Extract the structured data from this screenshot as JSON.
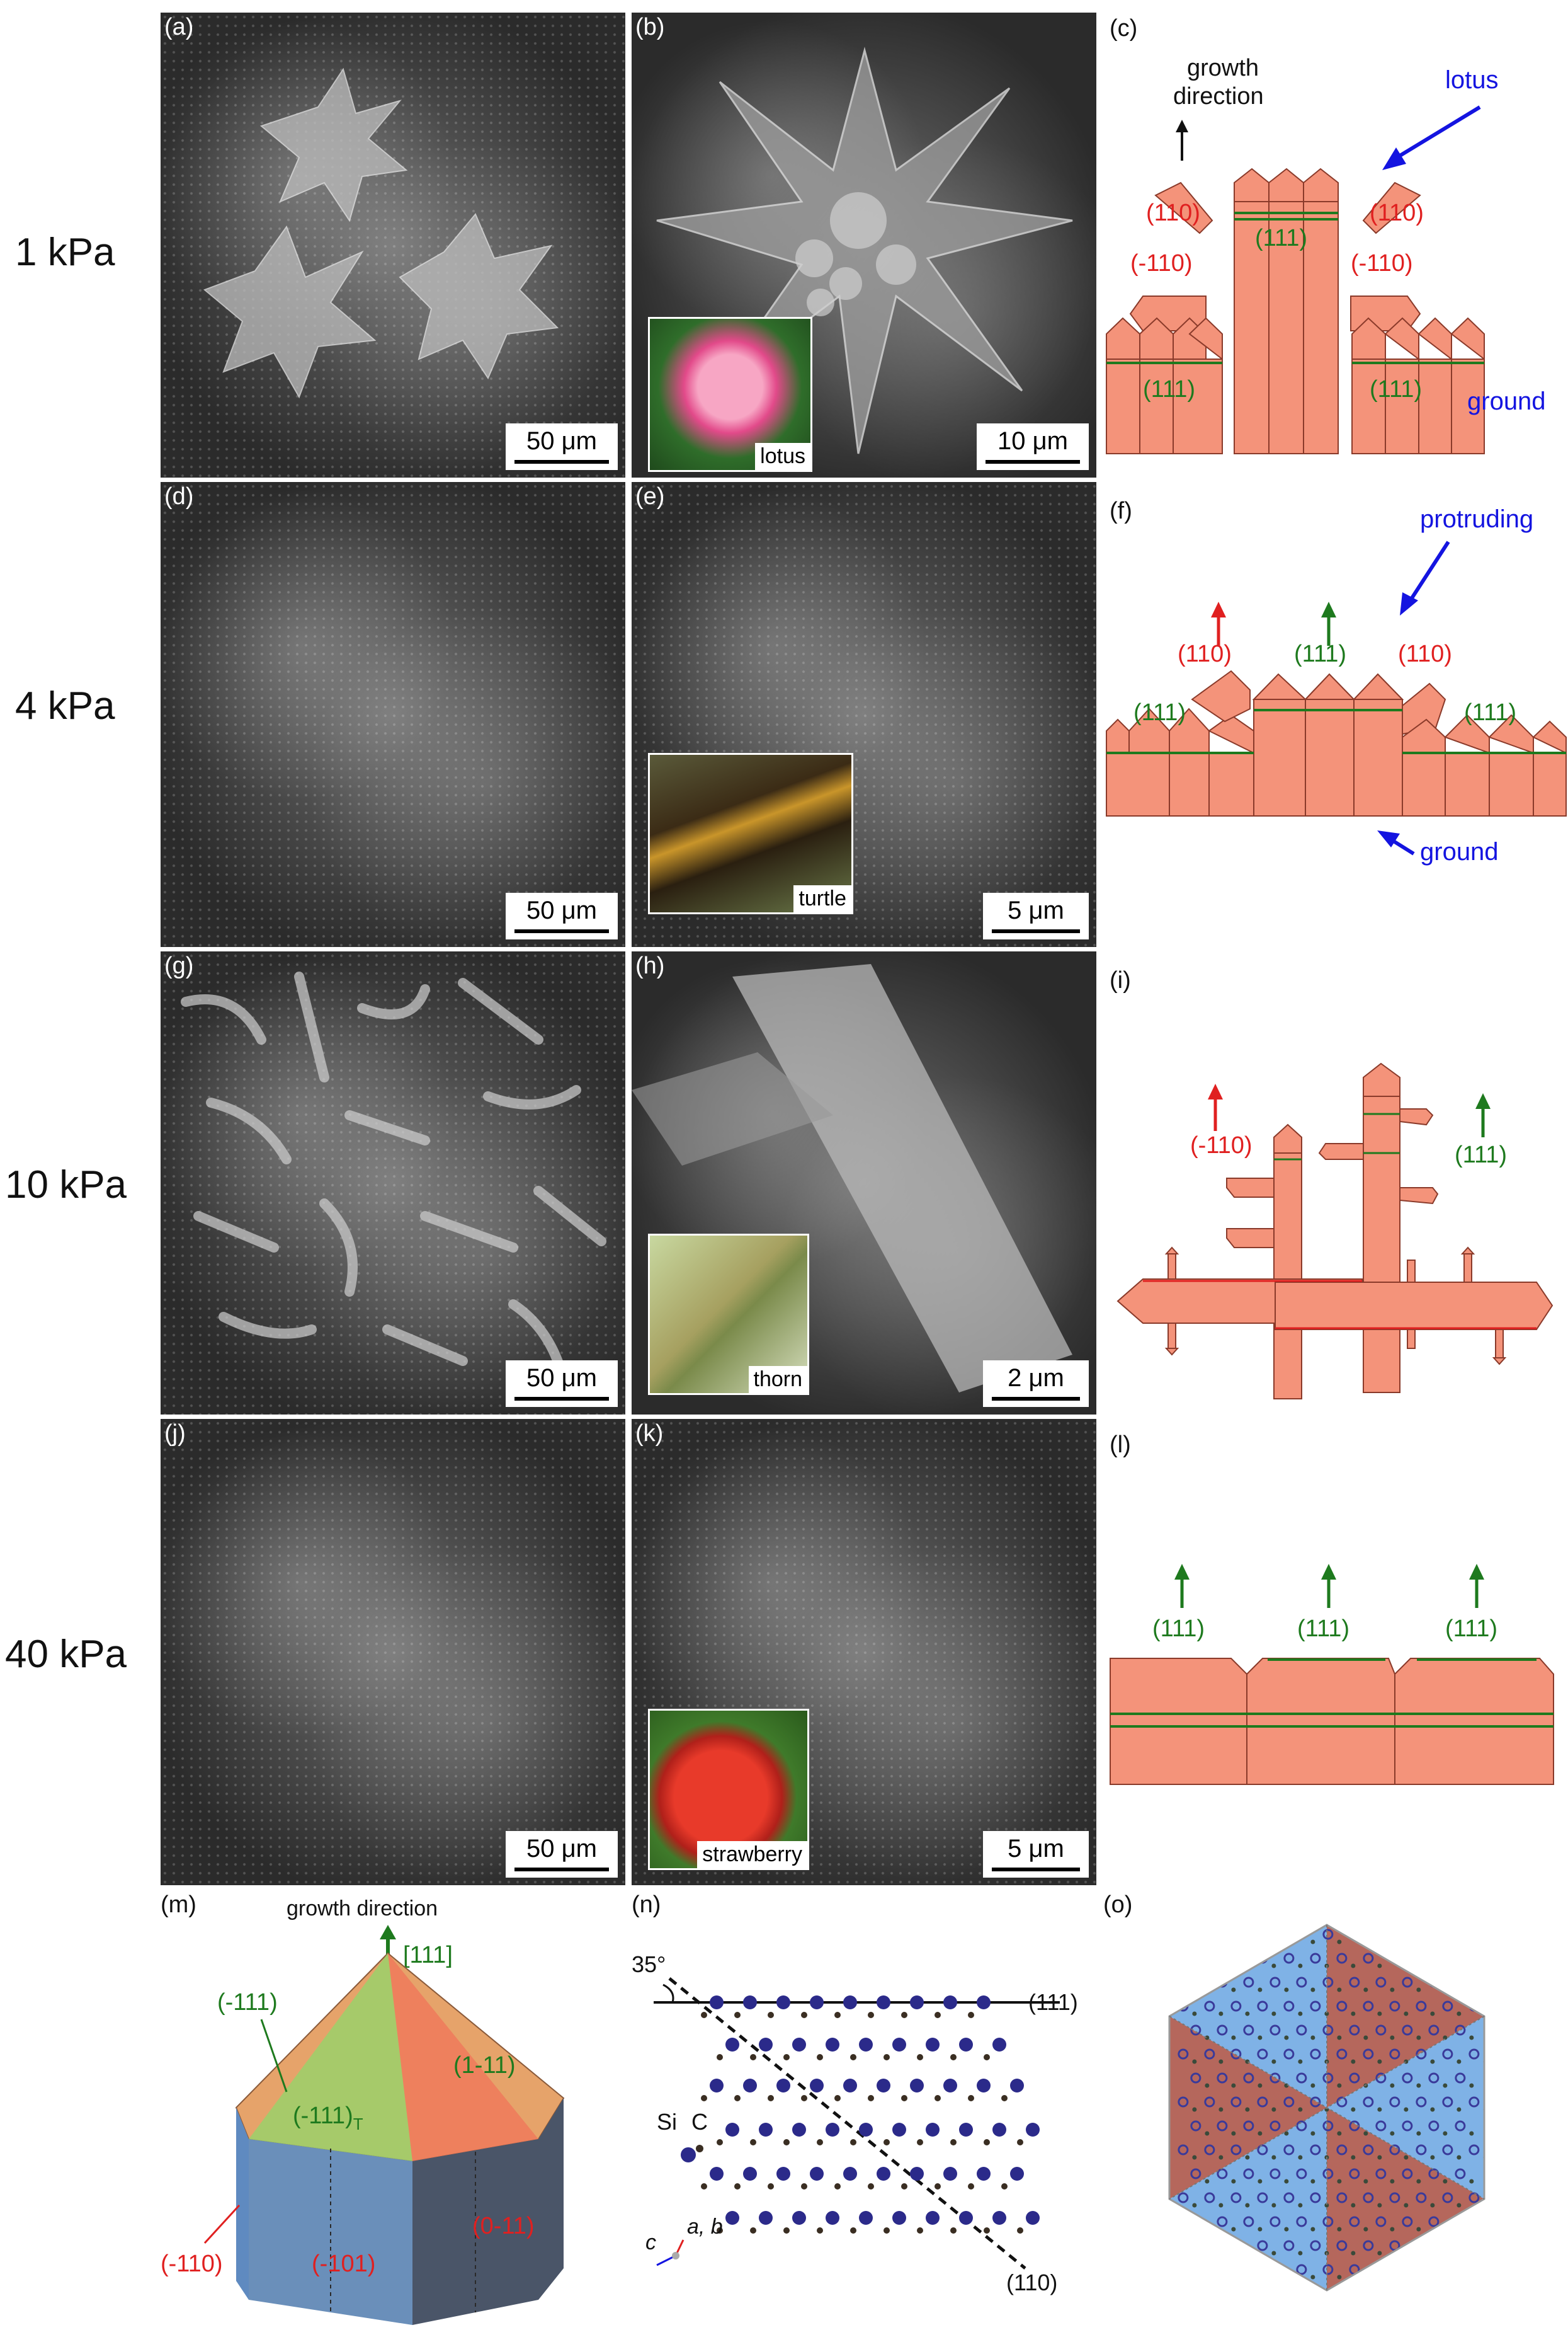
{
  "rows": [
    {
      "pressure": "1 kPa",
      "letters": [
        "(a)",
        "(b)",
        "(c)"
      ],
      "scale_left": "50 μm",
      "scale_mid": "10 μm",
      "inset": "lotus"
    },
    {
      "pressure": "4 kPa",
      "letters": [
        "(d)",
        "(e)",
        "(f)"
      ],
      "scale_left": "50 μm",
      "scale_mid": "5 μm",
      "inset": "turtle"
    },
    {
      "pressure": "10 kPa",
      "letters": [
        "(g)",
        "(h)",
        "(i)"
      ],
      "scale_left": "50 μm",
      "scale_mid": "2 μm",
      "inset": "thorn"
    },
    {
      "pressure": "40 kPa",
      "letters": [
        "(j)",
        "(k)",
        "(l)"
      ],
      "scale_left": "50 μm",
      "scale_mid": "5 μm",
      "inset": "strawberry"
    }
  ],
  "panel_c": {
    "growth_direction_line1": "growth",
    "growth_direction_line2": "direction",
    "lotus": "lotus",
    "ground": "ground",
    "f110": "(110)",
    "fm110": "(-110)",
    "f111": "(111)"
  },
  "panel_f": {
    "protruding": "protruding",
    "ground": "ground",
    "f110": "(110)",
    "f111": "(111)"
  },
  "panel_i": {
    "fm110": "(-110)",
    "f111": "(111)"
  },
  "panel_l": {
    "f111": "(111)"
  },
  "bottom": {
    "m_letter": "(m)",
    "n_letter": "(n)",
    "o_letter": "(o)",
    "growth_direction": "growth direction",
    "dir111": "[111]",
    "fm111": "(-111)",
    "fm111T": "(-111)",
    "subT": "T",
    "f1m11": "(1-11)",
    "fm110": "(-110)",
    "fm101": "(-101)",
    "f0m11": "(0-11)",
    "angle": "35°",
    "n111": "(111)",
    "n110": "(110)",
    "si": "Si",
    "c": "C",
    "axis_c": "c",
    "axis_ab": "a, b"
  },
  "colors": {
    "crystal": "#f4937a",
    "green": "#1e7a1e",
    "red": "#e02020",
    "blue": "#1414e0",
    "si_atom": "#2b2a8a",
    "c_atom": "#3a2e22",
    "hex_blue": "#7fb2e6",
    "hex_red": "#b5675c"
  }
}
